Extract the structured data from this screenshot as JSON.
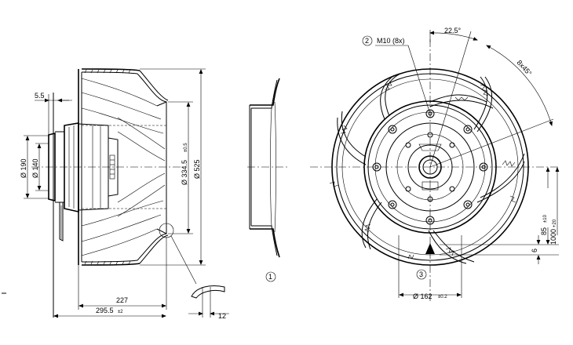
{
  "side_view": {
    "dims": {
      "d190": "Ø 190",
      "d140": "Ø 140",
      "d334": "Ø 334.5",
      "d334_tol": "±0.5",
      "d525": "Ø 525",
      "gap": "5.5",
      "len227": "227",
      "len295": "295.5",
      "len295_tol": "±2",
      "detail": "12"
    }
  },
  "inlet_ring": {
    "callout": "1"
  },
  "front_view": {
    "thread": "M10 (8x)",
    "thread_callout": "2",
    "angle1": "22.5°",
    "angle2": "8x45°",
    "d162": "Ø 162",
    "d162_tol": "±0.2",
    "hub_callout": "3",
    "h6": "6",
    "h85": "85",
    "h85_tol": "±10",
    "h1000": "1000",
    "h1000_tol": "+20"
  },
  "colors": {
    "line": "#000000",
    "background": "#ffffff"
  }
}
